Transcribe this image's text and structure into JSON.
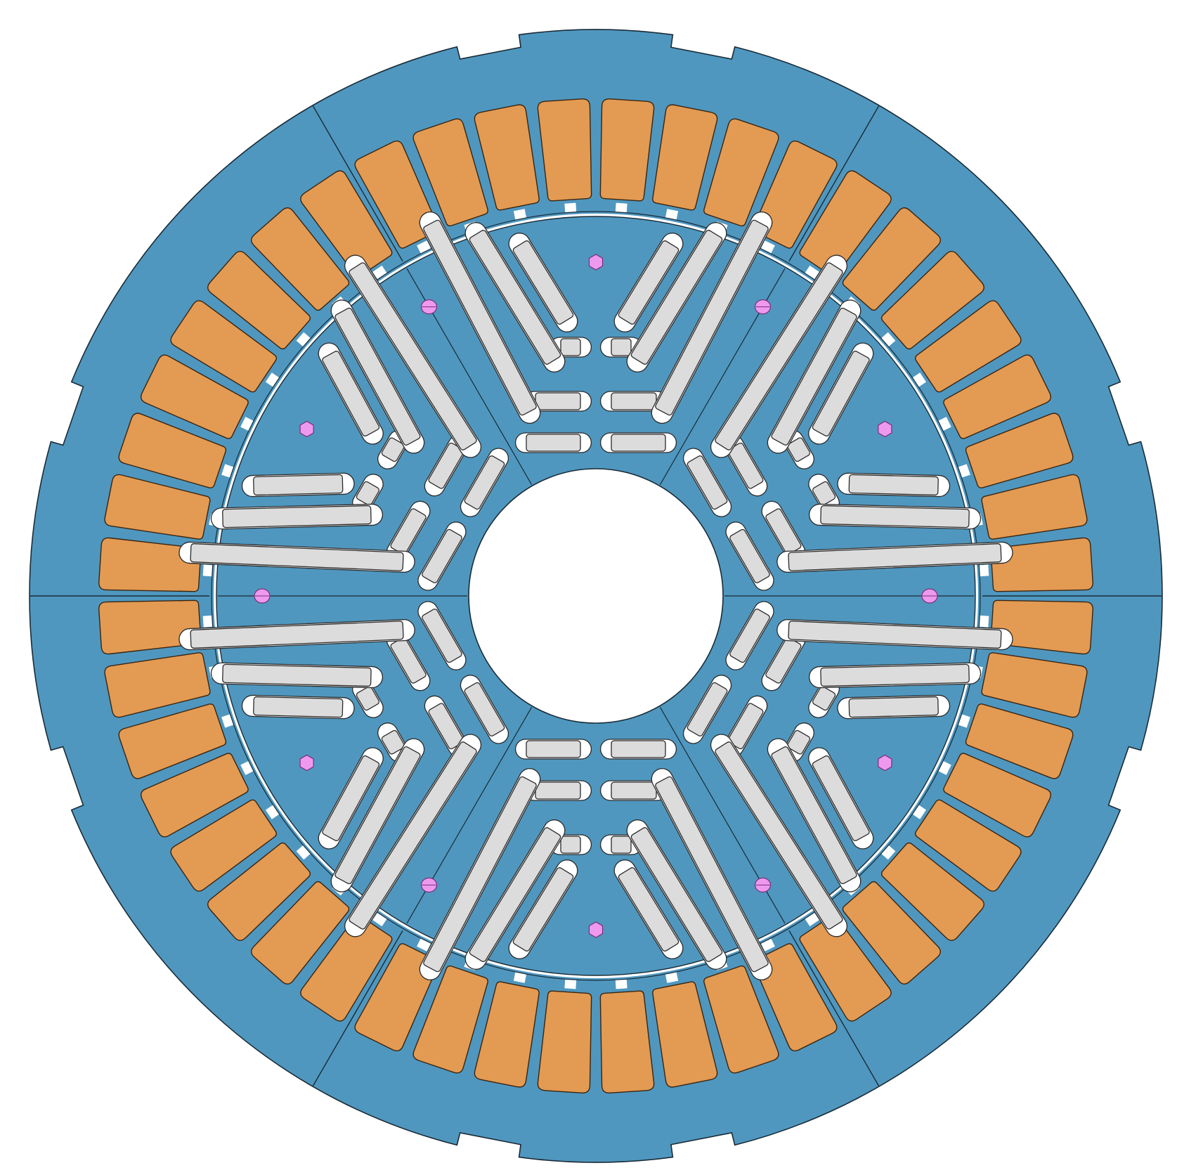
{
  "diagram": {
    "colors": {
      "background": "#ffffff",
      "lamination": "#4f97bf",
      "outline": "#1a2b36",
      "winding": "#e39a52",
      "winding_outline": "#3a2410",
      "magnet": "#dcdcdc",
      "magnet_outline": "#2a2a2a",
      "marker": "#ee99ee",
      "marker_outline": "#7a2f7a"
    },
    "stator": {
      "slot_count": 48,
      "segment_count": 6,
      "mounting_notch_count": 8
    },
    "rotor": {
      "pole_count": 6,
      "magnet_layers": 3,
      "hex_marker_count": 6,
      "round_marker_count": 6
    },
    "shaft": {
      "hole": true
    }
  }
}
